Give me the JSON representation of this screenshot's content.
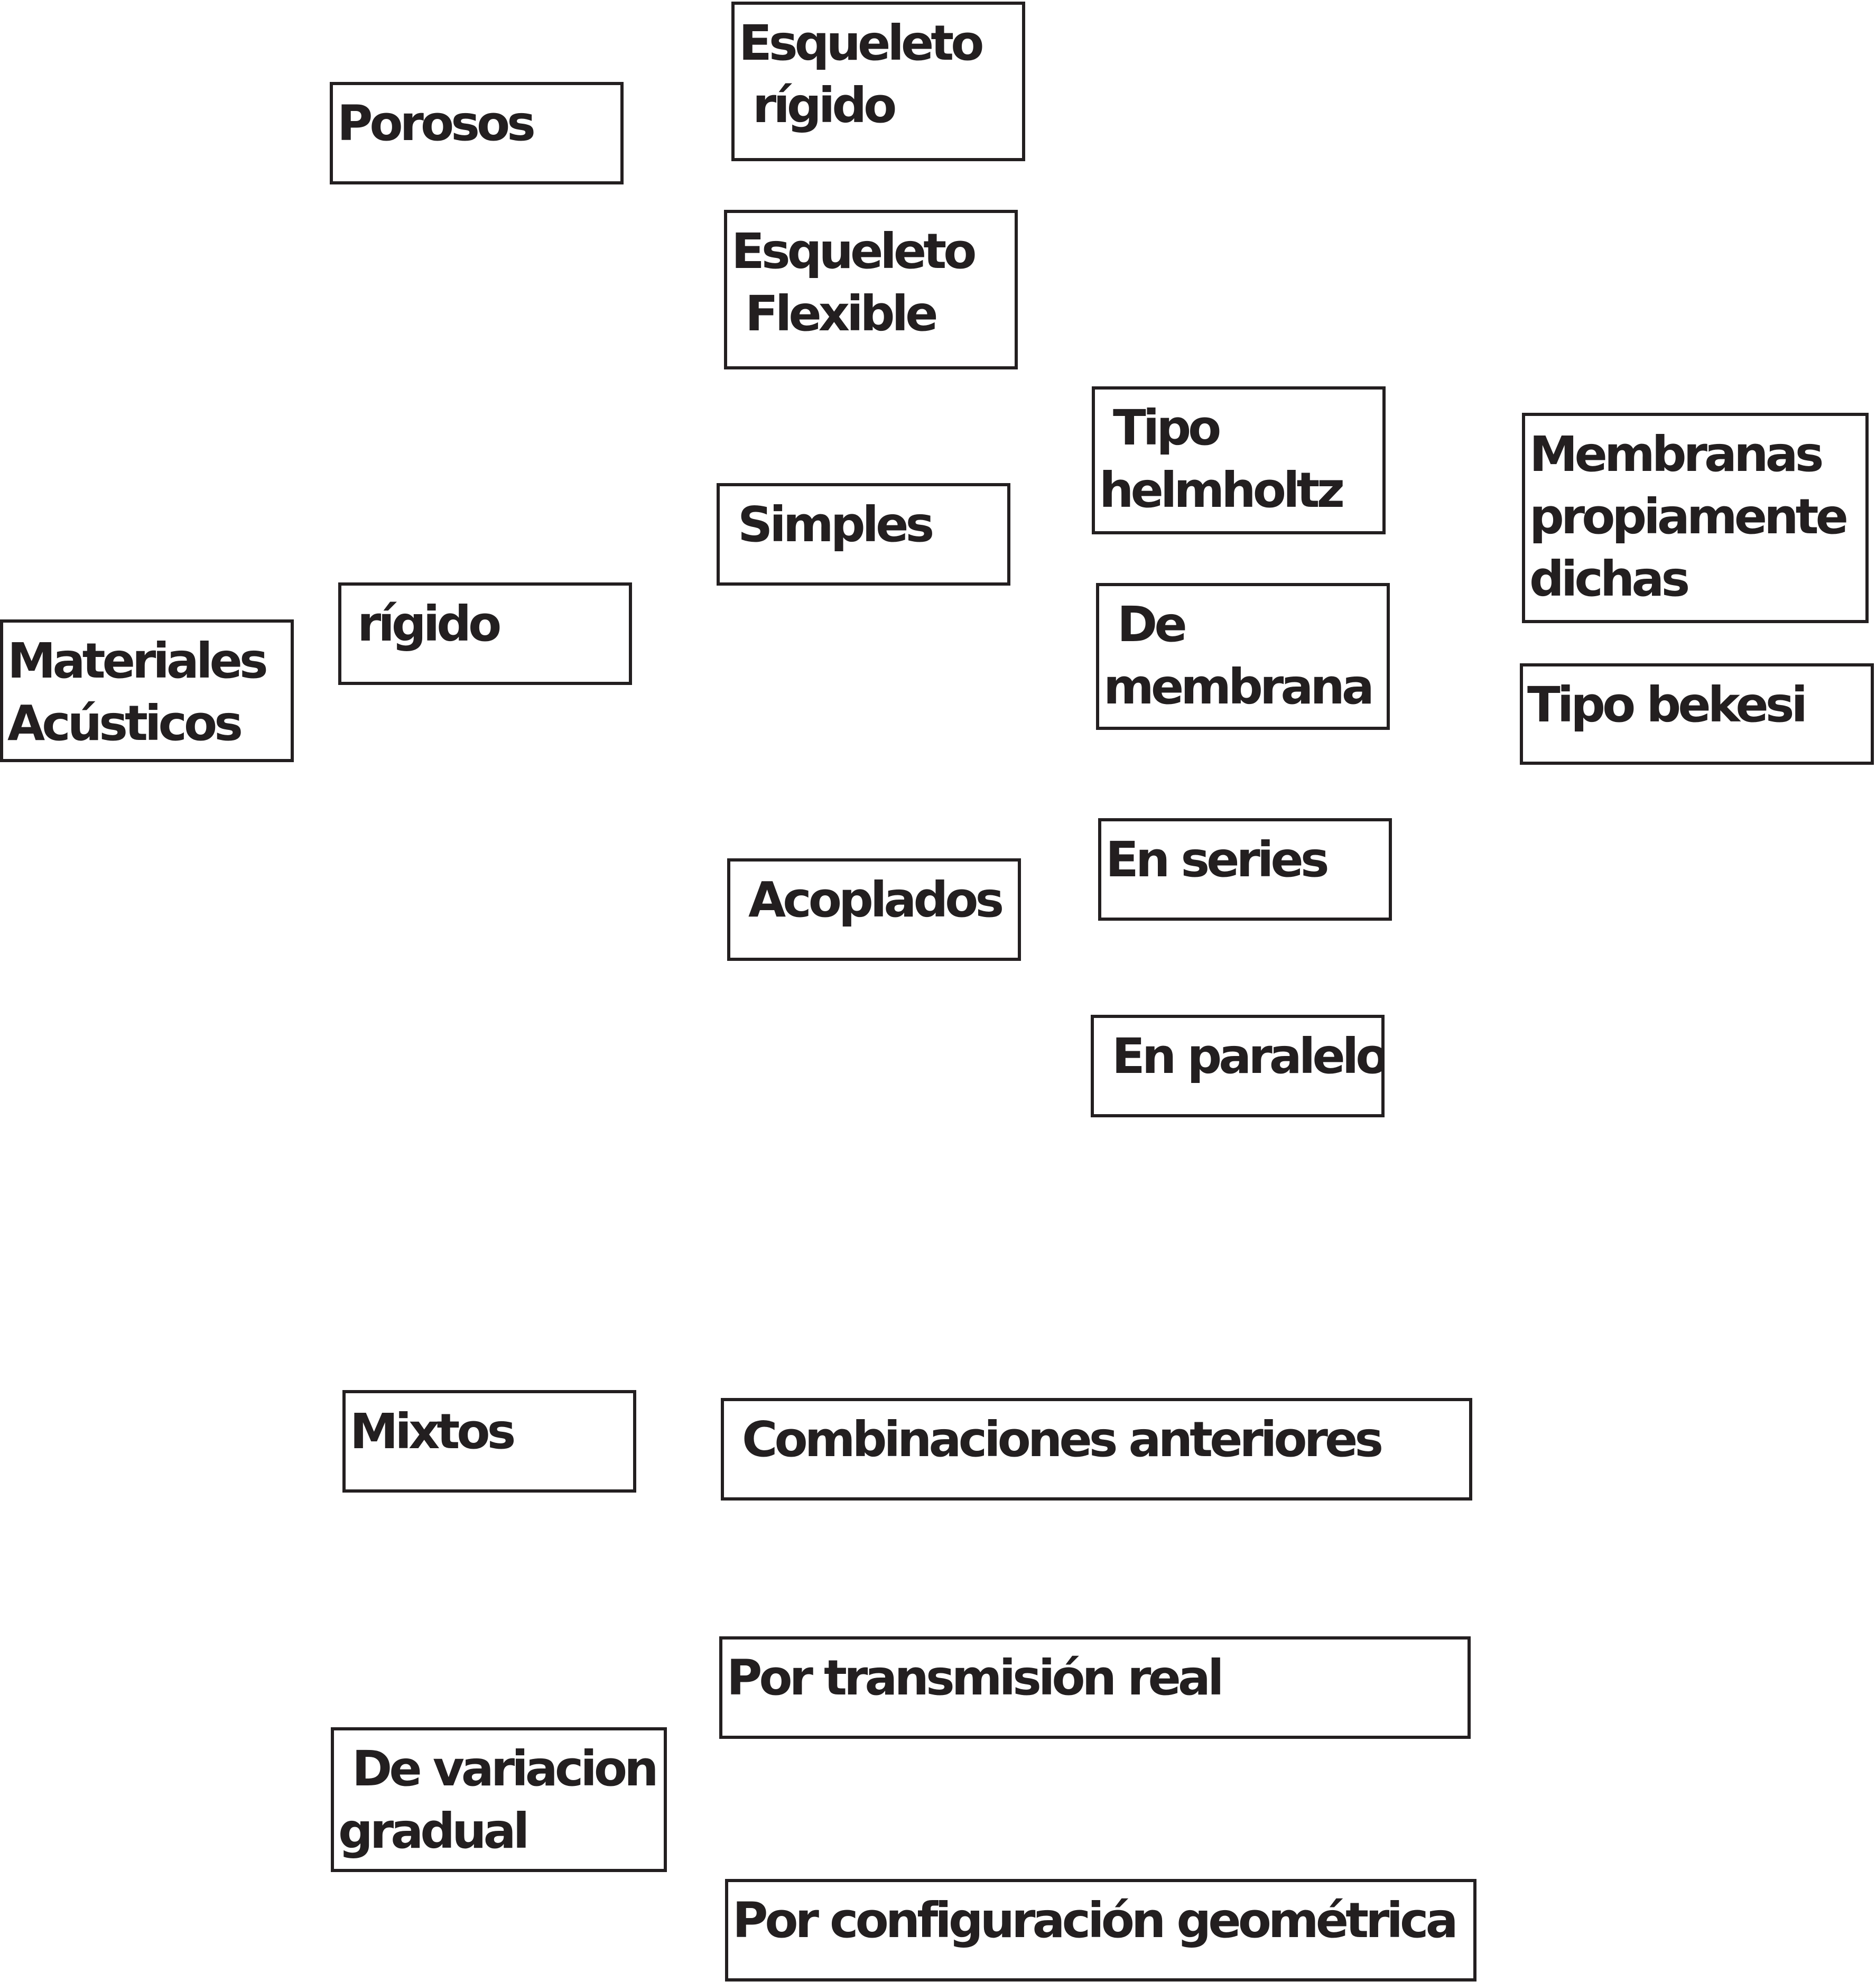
{
  "diagram": {
    "colors": {
      "stroke": "#231f20",
      "text": "#231f20",
      "background": "#ffffff"
    },
    "nodes": {
      "materiales_acusticos": "Materiales\nAcústicos",
      "porosos": "Porosos",
      "rigido": "rígido",
      "mixtos": "Mixtos",
      "de_variacion_gradual": " De variacion\ngradual",
      "esqueleto_rigido": "Esqueleto\n rígido",
      "esqueleto_flexible": "Esqueleto\n Flexible",
      "simples": " Simples",
      "acoplados": " Acoplados",
      "combinaciones_anteriores": " Combinaciones anteriores",
      "por_transmision_real": "Por transmisión real",
      "por_configuracion_geometrica": "Por configuración geométrica",
      "tipo_helmholtz": " Tipo\nhelmholtz",
      "de_membrana": " De\nmembrana",
      "en_series": "En series",
      "en_paralelo": " En paralelo",
      "membranas_propiamente_dichas": "Membranas\npropiamente\ndichas",
      "tipo_bekesi": "Tipo bekesi"
    }
  }
}
